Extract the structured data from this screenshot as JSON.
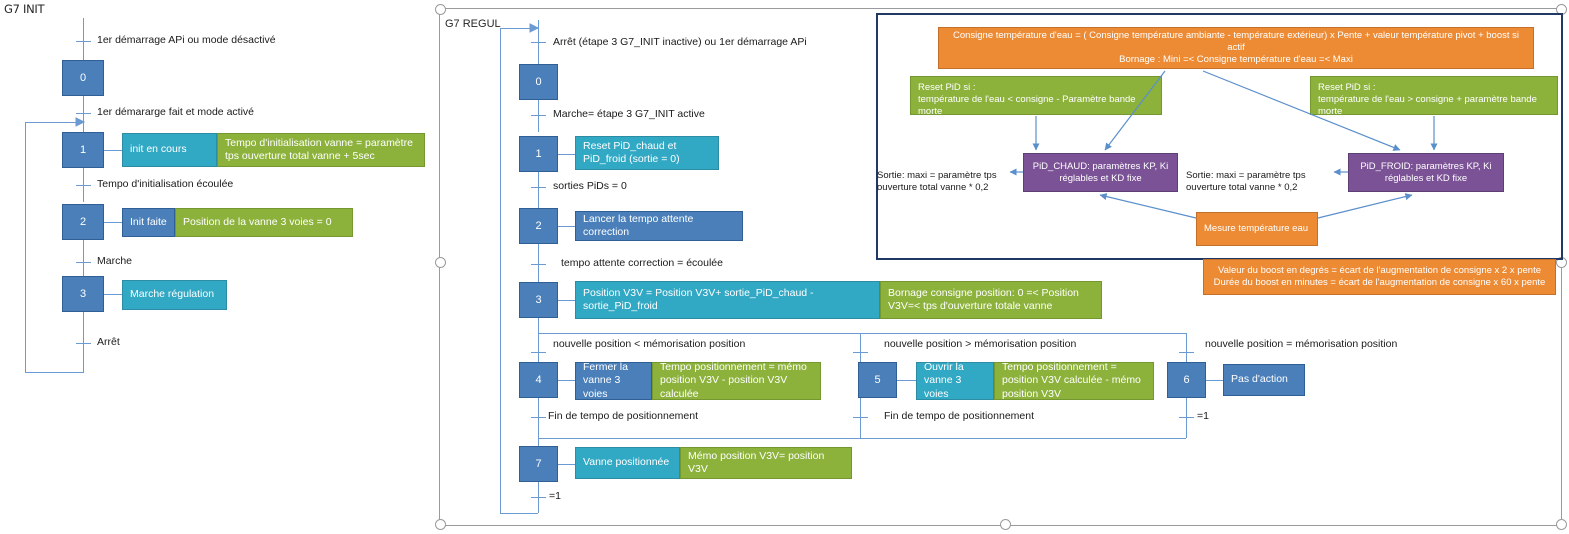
{
  "grafcets": {
    "init": {
      "title": "G7 INIT",
      "transitions": [
        "1er démarrage APi ou mode désactivé",
        "1er démararge fait et mode activé",
        "Tempo d'initialisation écoulée",
        "Marche",
        "Arrêt"
      ],
      "steps": [
        {
          "num": "0",
          "actions": []
        },
        {
          "num": "1",
          "actions": [
            {
              "color": "teal",
              "text": "init en cours"
            },
            {
              "color": "green",
              "text": "Tempo d'initialisation vanne = paramètre tps ouverture total vanne + 5sec"
            }
          ]
        },
        {
          "num": "2",
          "actions": [
            {
              "color": "blue",
              "text": "Init faite"
            },
            {
              "color": "green",
              "text": "Position de la vanne 3 voies = 0"
            }
          ]
        },
        {
          "num": "3",
          "actions": [
            {
              "color": "teal",
              "text": "Marche régulation"
            }
          ]
        }
      ]
    },
    "regul": {
      "title": "G7 REGUL",
      "transitions": {
        "t0": "Arrêt (étape 3 G7_INIT inactive) ou 1er démarrage APi",
        "t1": "Marche= étape 3 G7_INIT active",
        "t2": "sorties PiDs = 0",
        "t3": "tempo attente correction = écoulée",
        "t4_left": "nouvelle position < mémorisation position",
        "t4_mid": "nouvelle position > mémorisation position",
        "t4_right": "nouvelle position = mémorisation position",
        "t5_left": "Fin de tempo de positionnement",
        "t5_mid": "Fin de tempo de positionnement",
        "t5_right": "=1",
        "t7": "=1"
      },
      "steps": [
        {
          "num": "0",
          "actions": []
        },
        {
          "num": "1",
          "actions": [
            {
              "color": "teal",
              "text": "Reset PiD_chaud et PiD_froid (sortie = 0)"
            }
          ]
        },
        {
          "num": "2",
          "actions": [
            {
              "color": "blue",
              "text": "Lancer la tempo attente correction"
            }
          ]
        },
        {
          "num": "3",
          "actions": [
            {
              "color": "teal",
              "text": "Position V3V = Position V3V+ sortie_PiD_chaud - sortie_PiD_froid"
            },
            {
              "color": "green",
              "text": "Bornage consigne position: 0 =< Position V3V=< tps d'ouverture totale vanne"
            }
          ]
        },
        {
          "num": "4",
          "actions": [
            {
              "color": "blue",
              "text": "Fermer la vanne 3 voies"
            },
            {
              "color": "green",
              "text": "Tempo positionnement = mémo position V3V - position V3V calculée"
            }
          ]
        },
        {
          "num": "5",
          "actions": [
            {
              "color": "teal",
              "text": "Ouvrir la vanne 3 voies"
            },
            {
              "color": "green",
              "text": "Tempo positionnement = position V3V calculée - mémo position V3V"
            }
          ]
        },
        {
          "num": "6",
          "actions": [
            {
              "color": "blue",
              "text": "Pas d'action"
            }
          ]
        },
        {
          "num": "7",
          "actions": [
            {
              "color": "teal",
              "text": "Vanne positionnée"
            },
            {
              "color": "green",
              "text": "Mémo position V3V= position V3V"
            }
          ]
        }
      ]
    }
  },
  "pid_panel": {
    "setpoint": "Consigne température d'eau = ( Consigne température ambiante - température extérieur) x Pente + valeur température pivot + boost si actif\nBornage : Mini =< Consigne température d'eau =< Maxi",
    "reset_left": "Reset PiD si :\ntempérature de l'eau < consigne - Paramètre bande morte",
    "reset_right": "Reset PiD si :\ntempérature de l'eau > consigne + paramètre bande morte",
    "out_left": "Sortie: maxi = paramètre tps ouverture total vanne * 0,2",
    "out_right": "Sortie: maxi = paramètre tps ouverture total vanne * 0,2",
    "pid_chaud": "PiD_CHAUD: paramètres KP, Ki réglables et KD fixe",
    "pid_froid": "PiD_FROID: paramètres KP, Ki réglables et KD fixe",
    "mesure": "Mesure température eau"
  },
  "boost_note": "Valeur du boost en degrés = écart de l'augmentation de consigne x 2 x pente\nDurée du boost en minutes = écart de l'augmentation de consigne x 60 x pente",
  "colors": {
    "step_blue": "#4a7fba",
    "teal": "#31a8c4",
    "green": "#8cb23c",
    "orange": "#ed8b35",
    "purple": "#7a5295",
    "line_blue": "#6b9bd2",
    "panel_border": "#1f3864",
    "selection": "#9a9a9a"
  }
}
